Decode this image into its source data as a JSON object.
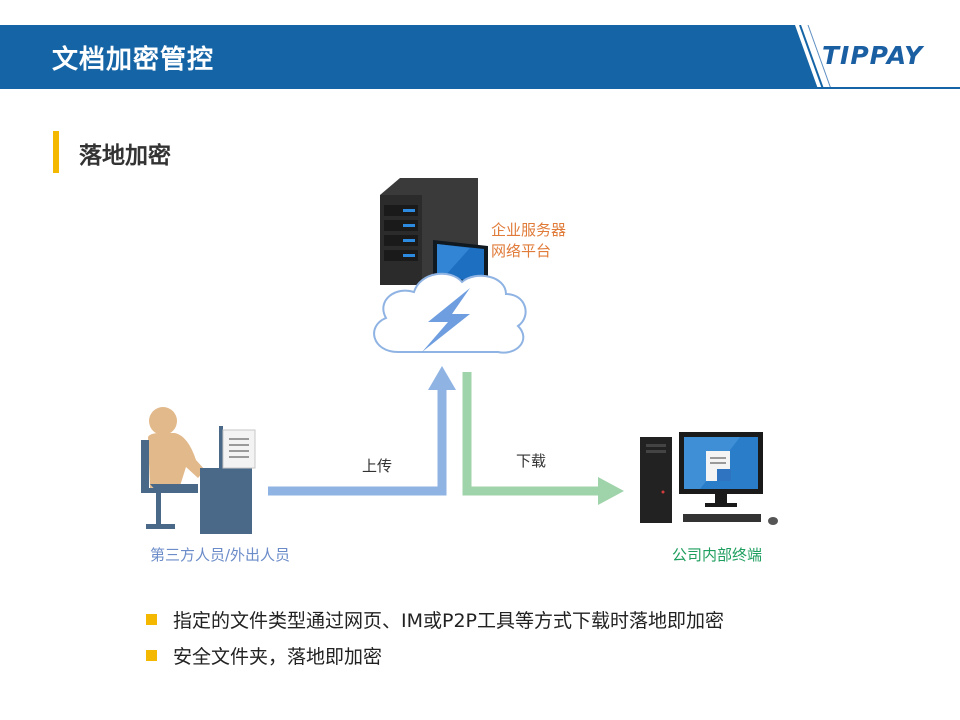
{
  "header": {
    "title": "文档加密管控",
    "logo_text": "TIPPAY"
  },
  "section": {
    "title": "落地加密"
  },
  "diagram": {
    "server_label_line1": "企业服务器",
    "server_label_line2": "网络平台",
    "upload_label": "上传",
    "download_label": "下载",
    "third_party_label": "第三方人员/外出人员",
    "terminal_label": "公司内部终端"
  },
  "bullets": [
    "指定的文件类型通过网页、IM或P2P工具等方式下载时落地即加密",
    "安全文件夹，落地即加密"
  ],
  "colors": {
    "header_bg": "#1565a6",
    "accent": "#f5b800",
    "upload_arrow": "#8fb3e3",
    "download_arrow": "#9fd3a9",
    "server_label": "#e07b39",
    "third_party_label": "#6b8cc9",
    "terminal_label": "#1e9e5e"
  }
}
